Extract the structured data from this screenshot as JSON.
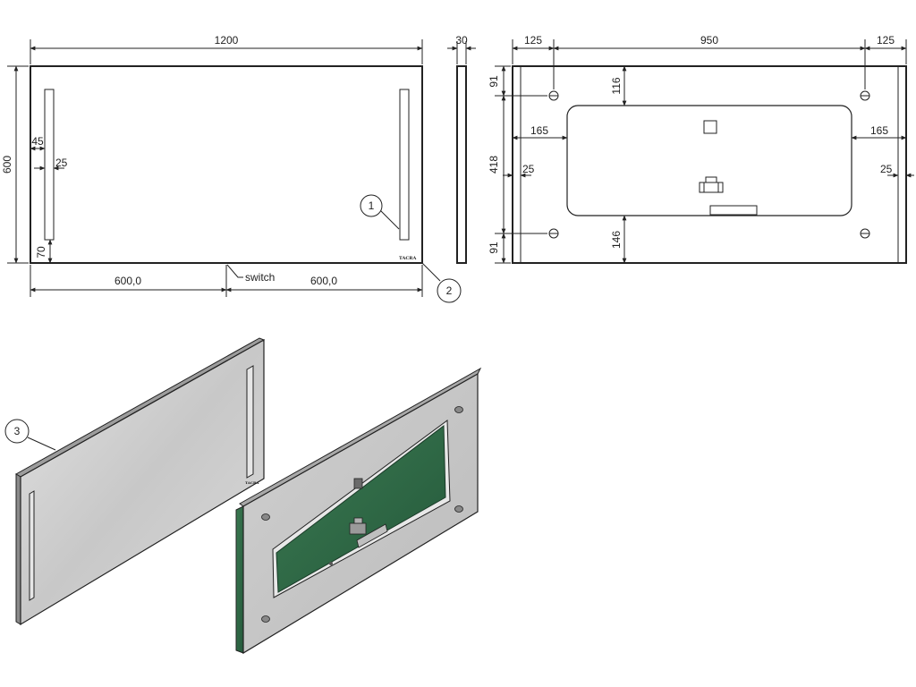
{
  "front_view": {
    "width": "1200",
    "height": "600",
    "strip_offset": "45",
    "strip_width": "25",
    "strip_bottom": "70",
    "half_left": "600,0",
    "half_right": "600,0",
    "switch_label": "switch",
    "brand_mark": "TACRA",
    "callout_1": "1",
    "callout_2": "2"
  },
  "side_view": {
    "depth": "30"
  },
  "back_view": {
    "left_margin": "125",
    "center_width": "950",
    "right_margin": "125",
    "top_hole": "91",
    "top_gap": "116",
    "window_side_left": "165",
    "window_side_right": "165",
    "window_height": "418",
    "edge_left": "25",
    "edge_right": "25",
    "bottom_hole": "91",
    "bottom_gap": "146"
  },
  "iso_view": {
    "callout_3": "3",
    "brand_mark": "TACRA"
  },
  "colors": {
    "line": "#222222",
    "glass": "#d4d4d4",
    "frame": "#c6c6c6",
    "pcb": "#2f6b45"
  }
}
